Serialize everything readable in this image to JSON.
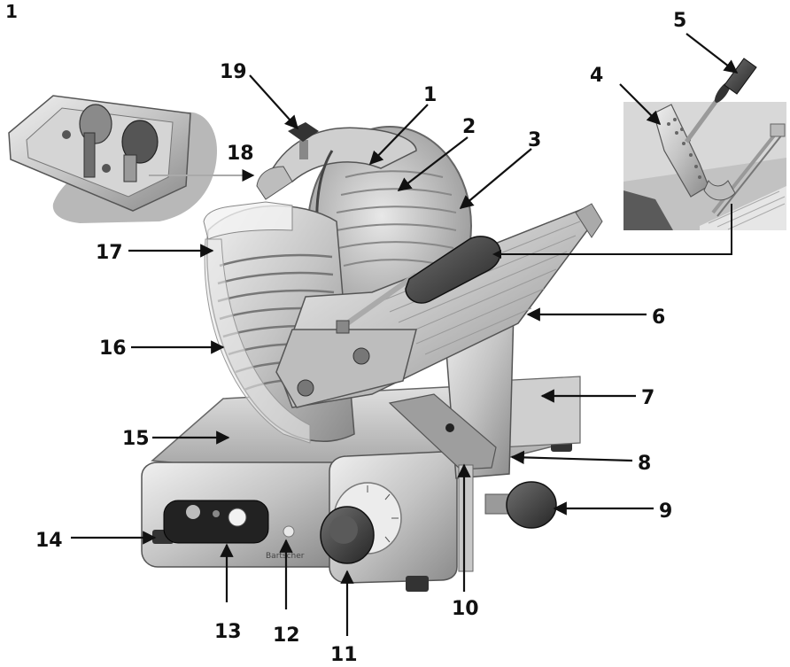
{
  "figure_number": "1",
  "callouts": [
    {
      "id": "1",
      "label": "1"
    },
    {
      "id": "2",
      "label": "2"
    },
    {
      "id": "3",
      "label": "3"
    },
    {
      "id": "4",
      "label": "4"
    },
    {
      "id": "5",
      "label": "5"
    },
    {
      "id": "6",
      "label": "6"
    },
    {
      "id": "7",
      "label": "7"
    },
    {
      "id": "8",
      "label": "8"
    },
    {
      "id": "9",
      "label": "9"
    },
    {
      "id": "10",
      "label": "10"
    },
    {
      "id": "11",
      "label": "11"
    },
    {
      "id": "12",
      "label": "12"
    },
    {
      "id": "13",
      "label": "13"
    },
    {
      "id": "14",
      "label": "14"
    },
    {
      "id": "15",
      "label": "15"
    },
    {
      "id": "16",
      "label": "16"
    },
    {
      "id": "17",
      "label": "17"
    },
    {
      "id": "18",
      "label": "18"
    },
    {
      "id": "19",
      "label": "19"
    }
  ],
  "brand_logo_text": "Bartscher",
  "colors": {
    "metal_light": "#d9d9d9",
    "metal_mid": "#a8a8a8",
    "metal_dark": "#5a5a5a",
    "knob": "#3a3a3a",
    "ink": "#111111"
  }
}
